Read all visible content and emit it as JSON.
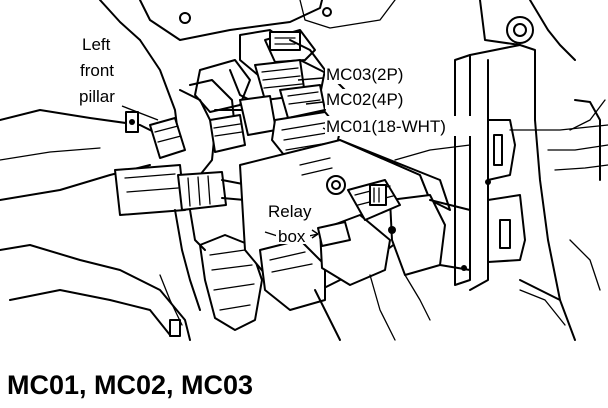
{
  "labels": {
    "pillar_line1": "Left",
    "pillar_line2": "front",
    "pillar_line3": "pillar",
    "mc03": "MC03(2P)",
    "mc02": "MC02(4P)",
    "mc01": "MC01(18-WHT)",
    "relay_line1": "Relay",
    "relay_line2": "box"
  },
  "caption": "MC01, MC02, MC03"
}
